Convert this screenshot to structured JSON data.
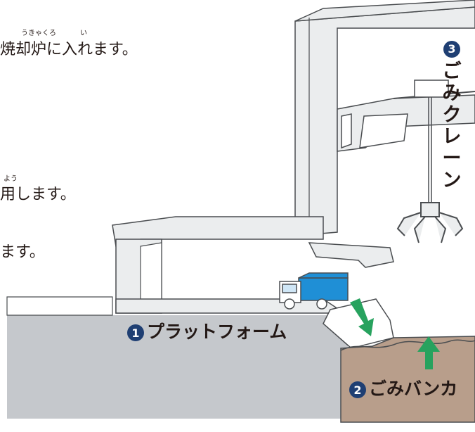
{
  "colors": {
    "ground": "#c5c8cc",
    "building": "#ebedee",
    "structure_edge": "#4a4d50",
    "waste": "#b89e8b",
    "arrow": "#27a25e",
    "badge": "#1f3f73",
    "truck_body": "#1f8fd6",
    "text": "#231815"
  },
  "captions": {
    "line1": "焼却炉に入れます。",
    "line1_ruby": "うきゃくろ",
    "line1_ruby2": "い",
    "line2": "用します。",
    "line2_ruby": "よう",
    "line3": "ます。"
  },
  "labels": {
    "platform": {
      "number": "1",
      "text": "プラットフォーム"
    },
    "bunker": {
      "number": "2",
      "text": "ごみバンカ"
    },
    "crane": {
      "number": "3",
      "text": "ごみクレーン"
    }
  },
  "icons": {
    "truck": "garbage-truck-icon",
    "down_arrow": "down-arrow-icon",
    "up_arrow": "up-arrow-icon",
    "grab": "crane-grab-icon"
  }
}
